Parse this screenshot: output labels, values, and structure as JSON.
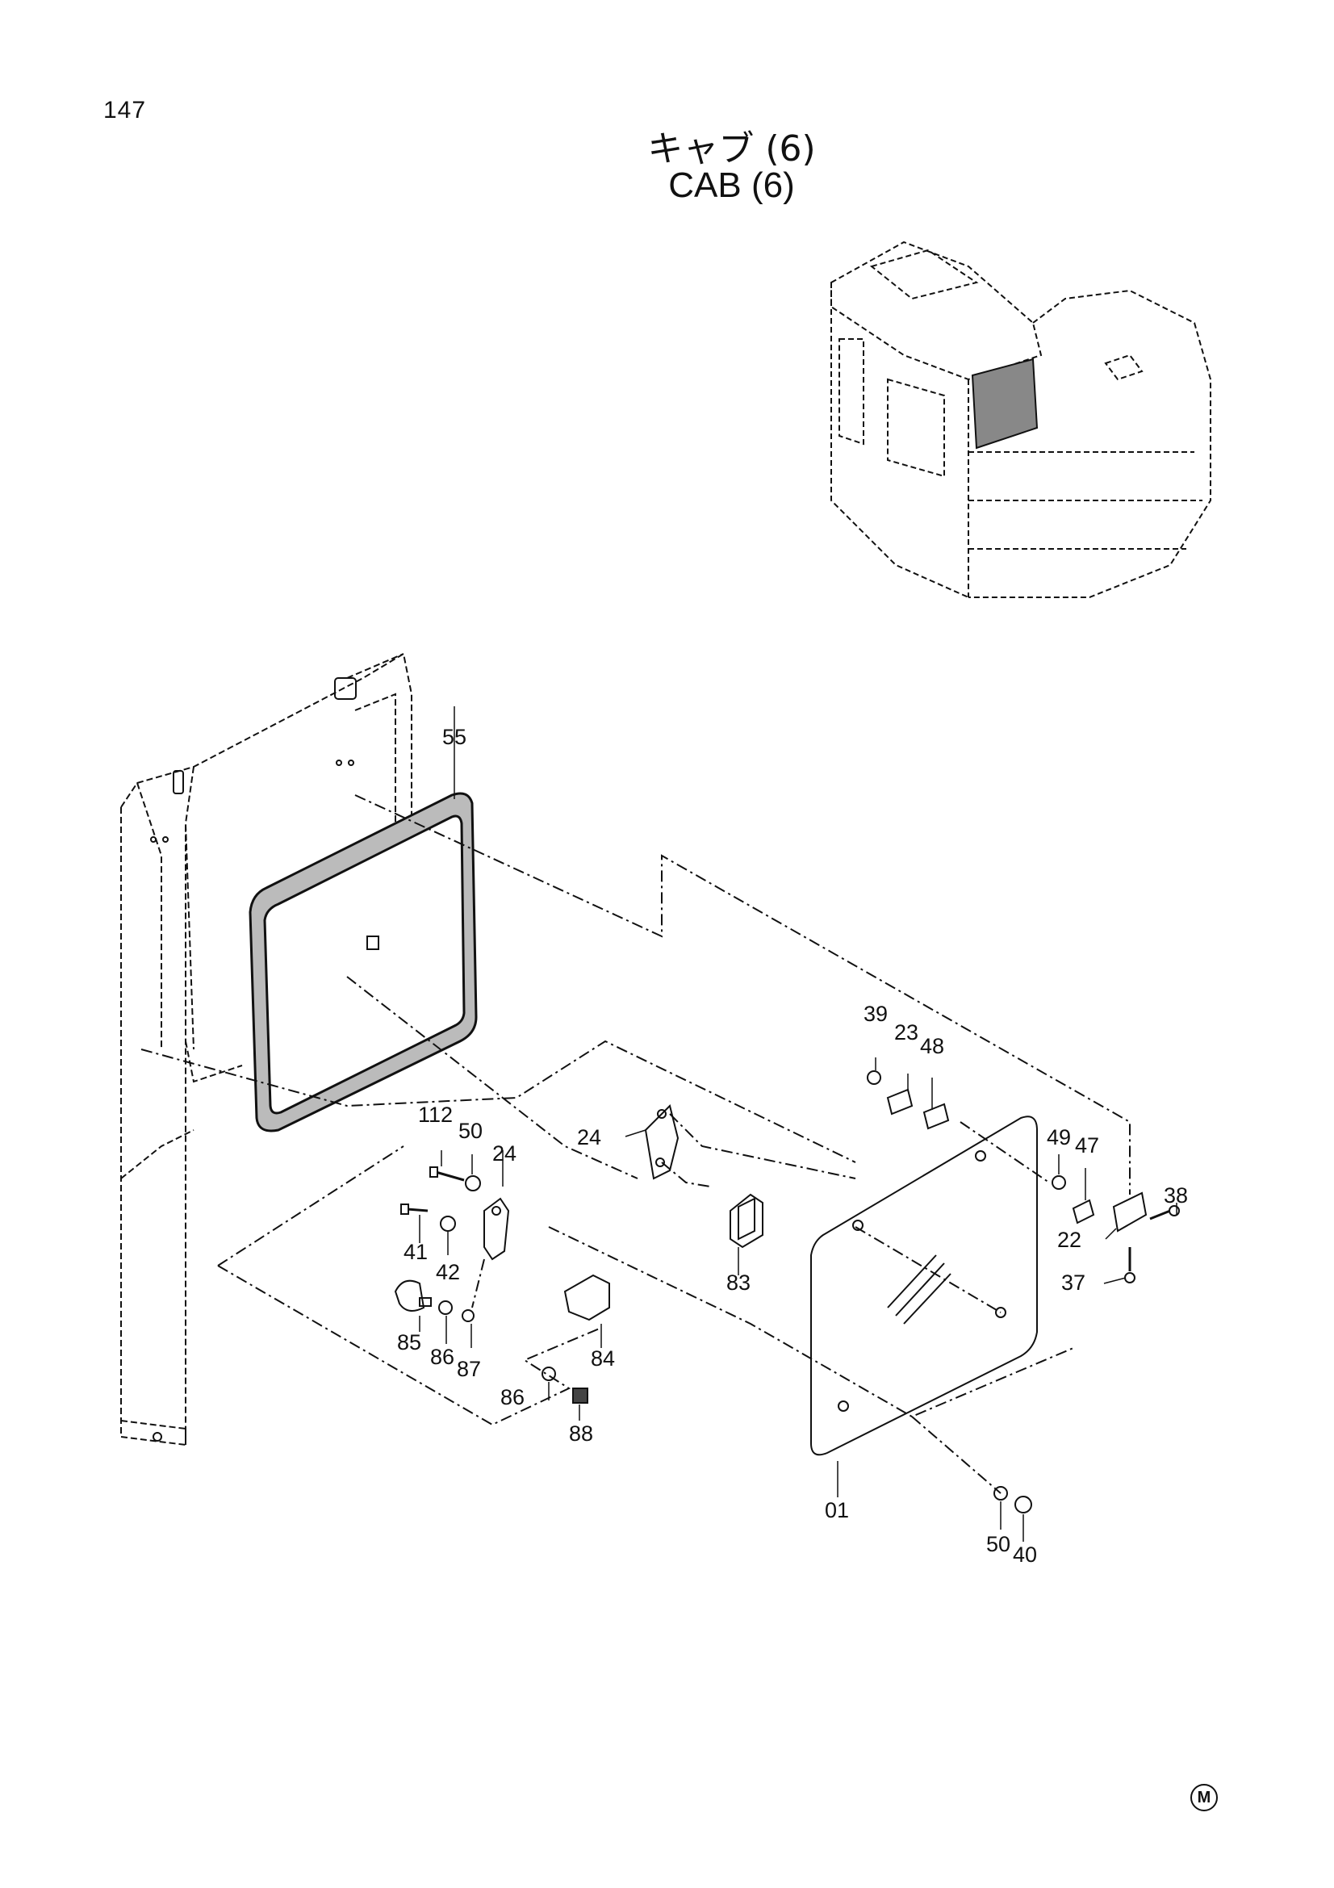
{
  "page": {
    "number": "147",
    "title_jp": "キャブ (6)",
    "title_en": "CAB (6)",
    "corner_mark": "M"
  },
  "labels": {
    "p55": "55",
    "p39": "39",
    "p23": "23",
    "p48": "48",
    "p112": "112",
    "p50a": "50",
    "p24a": "24",
    "p24b": "24",
    "p41": "41",
    "p42": "42",
    "p83": "83",
    "p49": "49",
    "p47": "47",
    "p38": "38",
    "p22": "22",
    "p37": "37",
    "p85": "85",
    "p86a": "86",
    "p87": "87",
    "p84": "84",
    "p86b": "86",
    "p88": "88",
    "p01": "01",
    "p50b": "50",
    "p40": "40"
  }
}
